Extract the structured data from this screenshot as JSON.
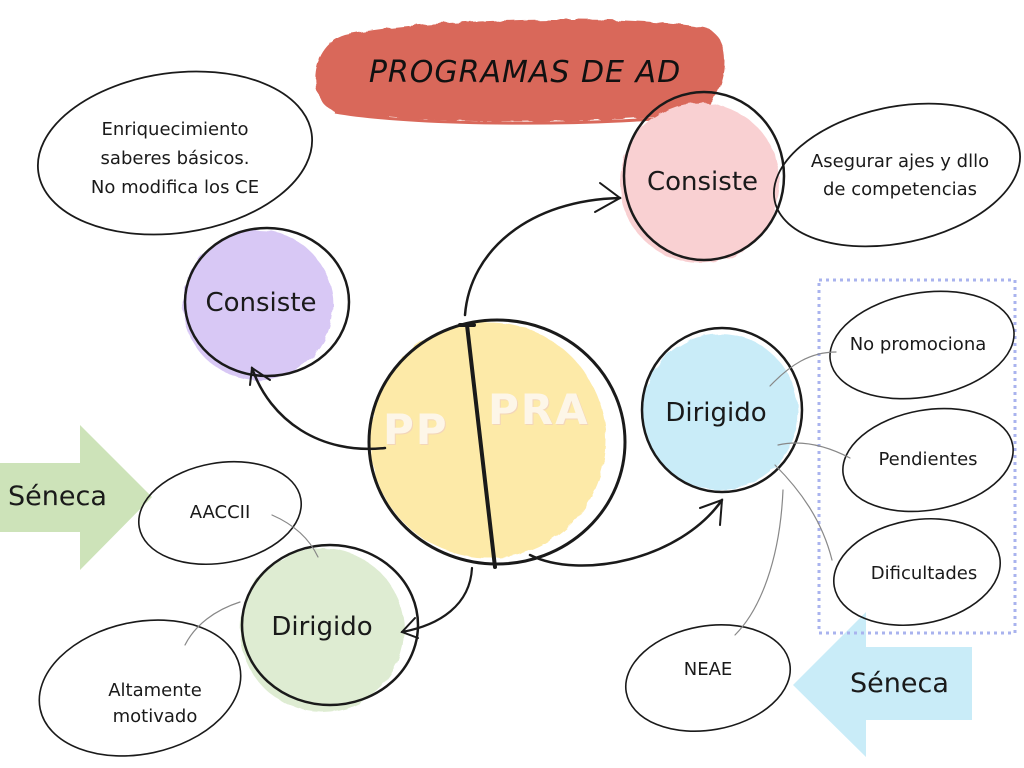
{
  "title": "PROGRAMAS DE AD",
  "colors": {
    "title_banner": "#d9685a",
    "center": "#fdeaa8",
    "top_right_circle": "#f9d0d2",
    "left_circle": "#d8c8f5",
    "bottom_left_circle": "#deecd2",
    "right_circle": "#c9ecf8",
    "seneca_left_arrow": "#cde3b9",
    "seneca_right_arrow": "#c9ecf8",
    "dotted_box": "#a9b3ee"
  },
  "center": {
    "left_label": "PP",
    "right_label": "PRA"
  },
  "nodes": {
    "pp_consiste": {
      "label": "Consiste"
    },
    "pp_consiste_detail": {
      "lines": [
        "Enriquecimiento",
        "saberes básicos.",
        "No modifica los CE"
      ]
    },
    "pra_consiste": {
      "label": "Consiste"
    },
    "pra_consiste_detail": {
      "lines": [
        "Asegurar ajes y dllo",
        "de competencias"
      ]
    },
    "pp_dirigido": {
      "label": "Dirigido"
    },
    "pp_targets": [
      {
        "label": "AACCII"
      },
      {
        "lines": [
          "Altamente",
          "motivado"
        ]
      }
    ],
    "pra_dirigido": {
      "label": "Dirigido"
    },
    "pra_targets": [
      {
        "label": "No promociona"
      },
      {
        "label": "Pendientes"
      },
      {
        "label": "Dificultades"
      },
      {
        "label": "NEAE"
      }
    ]
  },
  "seneca_arrows": [
    {
      "label": "Séneca",
      "direction": "right"
    },
    {
      "label": "Séneca",
      "direction": "left"
    }
  ]
}
